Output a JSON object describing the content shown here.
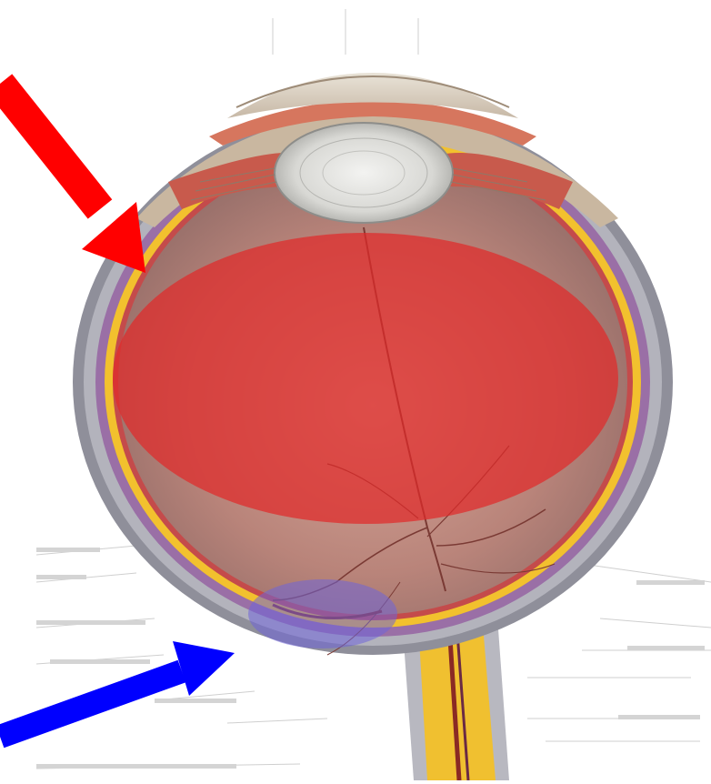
{
  "diagram": {
    "subject": "eyeball-cross-section",
    "colors": {
      "background": "#ffffff",
      "sclera_outer": "#8f8f9a",
      "choroid_purple": "#9a6fa6",
      "retina_yellow": "#f2c12e",
      "vitreous_inner": "#b87a6c",
      "lens": "#d9d9d6",
      "iris_red": "#c85a4c",
      "optic_nerve": "#f0c030",
      "vessel": "#8a2a24",
      "highlight_red": "#e02a2a",
      "highlight_blue": "#7a6fd6",
      "red_arrow": "#ff0000",
      "blue_arrow": "#0000ff",
      "faint_label_gray": "#b9b9b9"
    },
    "annotations": [
      {
        "id": "red-arrow",
        "color": "red",
        "points_to": "vitreous-body"
      },
      {
        "id": "red-ellipse-highlight",
        "color": "red",
        "covers": "vitreous-body"
      },
      {
        "id": "blue-arrow",
        "color": "blue",
        "points_to": "macula"
      },
      {
        "id": "blue-ellipse-highlight",
        "color": "blue",
        "covers": "macula"
      }
    ]
  }
}
